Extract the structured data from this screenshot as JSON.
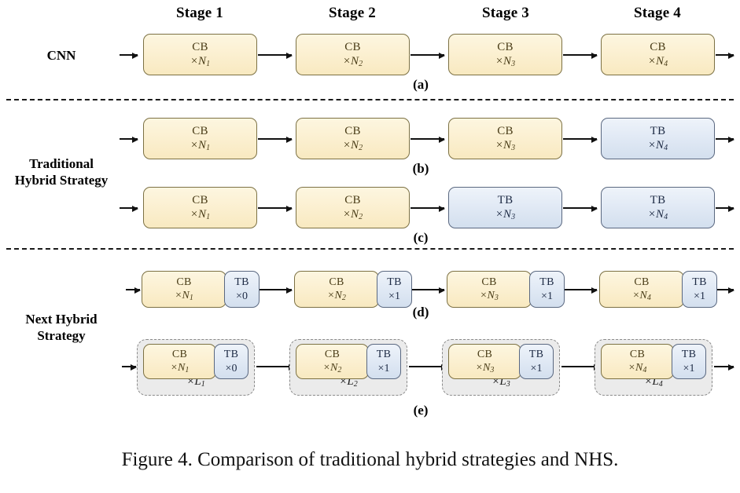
{
  "figure": {
    "caption": "Figure 4. Comparison of traditional hybrid strategies and NHS."
  },
  "stage_headers": [
    {
      "label": "Stage 1"
    },
    {
      "label": "Stage 2"
    },
    {
      "label": "Stage 3"
    },
    {
      "label": "Stage 4"
    }
  ],
  "row_labels": {
    "cnn": "CNN",
    "traditional_line1": "Traditional",
    "traditional_line2": "Hybrid Strategy",
    "next_line1": "Next Hybrid",
    "next_line2": "Strategy"
  },
  "sub_letters": {
    "a": "(a)",
    "b": "(b)",
    "c": "(c)",
    "d": "(d)",
    "e": "(e)"
  },
  "rows": {
    "a": {
      "letter": "(a)",
      "blocks": [
        {
          "type": "CB",
          "title": "CB",
          "count": "×N",
          "sub": "1"
        },
        {
          "type": "CB",
          "title": "CB",
          "count": "×N",
          "sub": "2"
        },
        {
          "type": "CB",
          "title": "CB",
          "count": "×N",
          "sub": "3"
        },
        {
          "type": "CB",
          "title": "CB",
          "count": "×N",
          "sub": "4"
        }
      ]
    },
    "b": {
      "letter": "(b)",
      "blocks": [
        {
          "type": "CB",
          "title": "CB",
          "count": "×N",
          "sub": "1"
        },
        {
          "type": "CB",
          "title": "CB",
          "count": "×N",
          "sub": "2"
        },
        {
          "type": "CB",
          "title": "CB",
          "count": "×N",
          "sub": "3"
        },
        {
          "type": "TB",
          "title": "TB",
          "count": "×N",
          "sub": "4"
        }
      ]
    },
    "c": {
      "letter": "(c)",
      "blocks": [
        {
          "type": "CB",
          "title": "CB",
          "count": "×N",
          "sub": "1"
        },
        {
          "type": "CB",
          "title": "CB",
          "count": "×N",
          "sub": "2"
        },
        {
          "type": "TB",
          "title": "TB",
          "count": "×N",
          "sub": "3"
        },
        {
          "type": "TB",
          "title": "TB",
          "count": "×N",
          "sub": "4"
        }
      ]
    },
    "d": {
      "letter": "(d)",
      "pairs": [
        {
          "cb": {
            "title": "CB",
            "count": "×N",
            "sub": "1"
          },
          "tb": {
            "title": "TB",
            "count": "×0",
            "sub": ""
          }
        },
        {
          "cb": {
            "title": "CB",
            "count": "×N",
            "sub": "2"
          },
          "tb": {
            "title": "TB",
            "count": "×1",
            "sub": ""
          }
        },
        {
          "cb": {
            "title": "CB",
            "count": "×N",
            "sub": "3"
          },
          "tb": {
            "title": "TB",
            "count": "×1",
            "sub": ""
          }
        },
        {
          "cb": {
            "title": "CB",
            "count": "×N",
            "sub": "4"
          },
          "tb": {
            "title": "TB",
            "count": "×1",
            "sub": ""
          }
        }
      ]
    },
    "e": {
      "letter": "(e)",
      "groups": [
        {
          "cb": {
            "title": "CB",
            "count": "×N",
            "sub": "1"
          },
          "tb": {
            "title": "TB",
            "count": "×0",
            "sub": ""
          },
          "group_count": "×L",
          "group_sub": "1"
        },
        {
          "cb": {
            "title": "CB",
            "count": "×N",
            "sub": "2"
          },
          "tb": {
            "title": "TB",
            "count": "×1",
            "sub": ""
          },
          "group_count": "×L",
          "group_sub": "2"
        },
        {
          "cb": {
            "title": "CB",
            "count": "×N",
            "sub": "3"
          },
          "tb": {
            "title": "TB",
            "count": "×1",
            "sub": ""
          },
          "group_count": "×L",
          "group_sub": "3"
        },
        {
          "cb": {
            "title": "CB",
            "count": "×N",
            "sub": "4"
          },
          "tb": {
            "title": "TB",
            "count": "×1",
            "sub": ""
          },
          "group_count": "×L",
          "group_sub": "4"
        }
      ]
    }
  },
  "colors": {
    "cb_fill": "#fbefcf",
    "cb_border": "#7c7144",
    "cb_text": "#4a3d18",
    "tb_fill": "#dfe8f4",
    "tb_border": "#5a6880",
    "tb_text": "#1e2b45",
    "group_fill": "#ebebeb",
    "group_border": "#8a8a8a",
    "arrow": "#111111",
    "separator": "#1a1a1a"
  }
}
